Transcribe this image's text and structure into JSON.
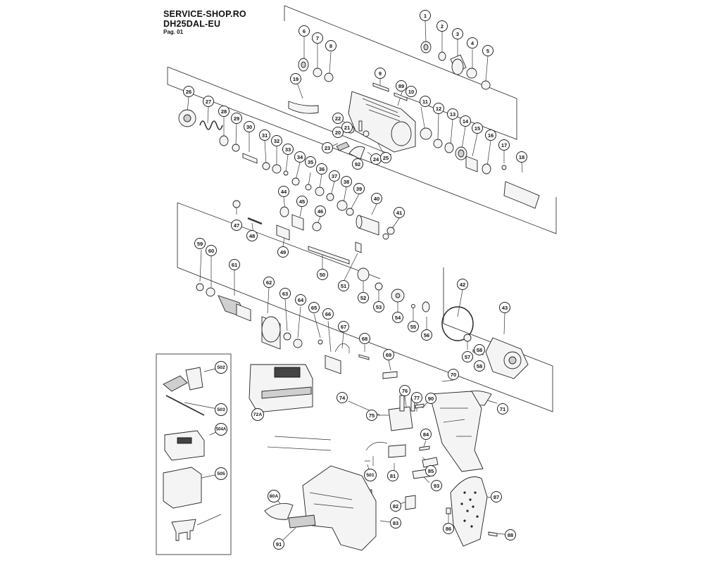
{
  "header": {
    "shop": "SERVICE-SHOP.RO",
    "model": "DH25DAL-EU",
    "page": "Pag. 01"
  },
  "parts": [
    {
      "id": "1"
    },
    {
      "id": "2"
    },
    {
      "id": "3"
    },
    {
      "id": "4"
    },
    {
      "id": "5"
    },
    {
      "id": "6"
    },
    {
      "id": "7"
    },
    {
      "id": "8"
    },
    {
      "id": "9"
    },
    {
      "id": "10"
    },
    {
      "id": "11"
    },
    {
      "id": "12"
    },
    {
      "id": "13"
    },
    {
      "id": "14"
    },
    {
      "id": "15"
    },
    {
      "id": "16"
    },
    {
      "id": "17"
    },
    {
      "id": "18"
    },
    {
      "id": "19"
    },
    {
      "id": "20"
    },
    {
      "id": "21"
    },
    {
      "id": "22"
    },
    {
      "id": "23"
    },
    {
      "id": "24"
    },
    {
      "id": "25"
    },
    {
      "id": "26"
    },
    {
      "id": "27"
    },
    {
      "id": "28"
    },
    {
      "id": "29"
    },
    {
      "id": "30"
    },
    {
      "id": "31"
    },
    {
      "id": "32"
    },
    {
      "id": "33"
    },
    {
      "id": "34"
    },
    {
      "id": "35"
    },
    {
      "id": "36"
    },
    {
      "id": "37"
    },
    {
      "id": "38"
    },
    {
      "id": "39"
    },
    {
      "id": "40"
    },
    {
      "id": "41"
    },
    {
      "id": "42"
    },
    {
      "id": "43"
    },
    {
      "id": "44"
    },
    {
      "id": "45"
    },
    {
      "id": "46"
    },
    {
      "id": "47"
    },
    {
      "id": "48"
    },
    {
      "id": "49"
    },
    {
      "id": "50"
    },
    {
      "id": "51"
    },
    {
      "id": "52"
    },
    {
      "id": "53"
    },
    {
      "id": "54"
    },
    {
      "id": "55"
    },
    {
      "id": "56"
    },
    {
      "id": "57"
    },
    {
      "id": "58"
    },
    {
      "id": "58"
    },
    {
      "id": "59"
    },
    {
      "id": "60"
    },
    {
      "id": "61"
    },
    {
      "id": "62"
    },
    {
      "id": "63"
    },
    {
      "id": "64"
    },
    {
      "id": "65"
    },
    {
      "id": "66"
    },
    {
      "id": "67"
    },
    {
      "id": "68"
    },
    {
      "id": "69"
    },
    {
      "id": "70"
    },
    {
      "id": "71"
    },
    {
      "id": "72A"
    },
    {
      "id": "74"
    },
    {
      "id": "75"
    },
    {
      "id": "76"
    },
    {
      "id": "77"
    },
    {
      "id": "80A"
    },
    {
      "id": "81"
    },
    {
      "id": "82"
    },
    {
      "id": "83"
    },
    {
      "id": "84"
    },
    {
      "id": "85"
    },
    {
      "id": "86"
    },
    {
      "id": "87"
    },
    {
      "id": "88"
    },
    {
      "id": "89"
    },
    {
      "id": "90"
    },
    {
      "id": "91"
    },
    {
      "id": "92"
    },
    {
      "id": "93"
    },
    {
      "id": "501"
    },
    {
      "id": "502"
    },
    {
      "id": "503"
    },
    {
      "id": "504A"
    },
    {
      "id": "505"
    }
  ]
}
